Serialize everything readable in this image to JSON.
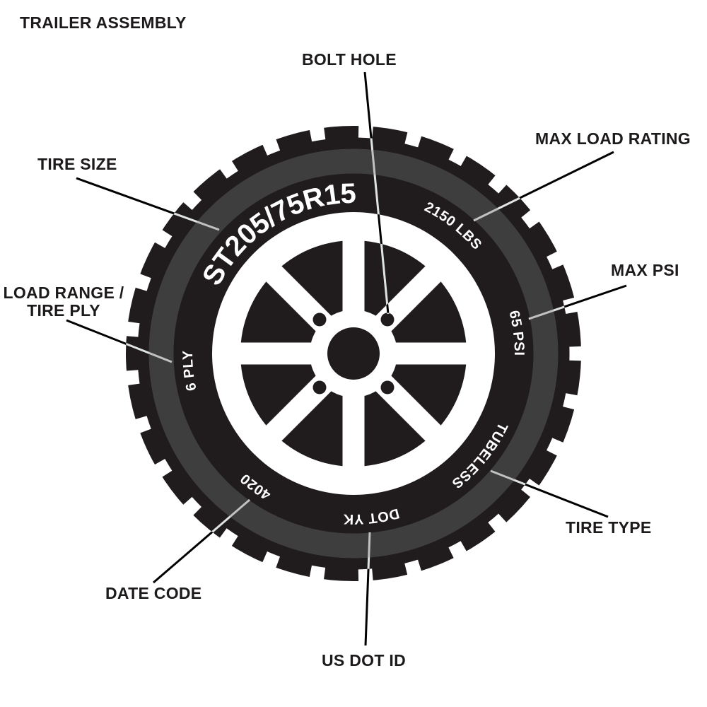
{
  "title": "TRAILER ASSEMBLY",
  "callouts": {
    "tire_size": "TIRE SIZE",
    "bolt_hole": "BOLT HOLE",
    "max_load_rating": "MAX LOAD RATING",
    "max_psi": "MAX PSI",
    "load_range_line1": "LOAD RANGE /",
    "load_range_line2": "TIRE PLY",
    "tire_type": "TIRE TYPE",
    "date_code": "DATE CODE",
    "us_dot_id": "US DOT ID"
  },
  "sidewall_markings": {
    "tire_size": "ST205/75R15",
    "max_load_rating": "2150 LBS",
    "max_psi": "65 PSI",
    "load_range": "6 PLY",
    "tire_type": "TUBELESS",
    "us_dot_id": "DOT YK",
    "date_code": "4020"
  },
  "colors": {
    "tire_black": "#201c1d",
    "sidewall_ring_gray": "#3e3e3e",
    "marking_white": "#ffffff",
    "label_text": "#1d1a1b",
    "background": "#ffffff"
  }
}
